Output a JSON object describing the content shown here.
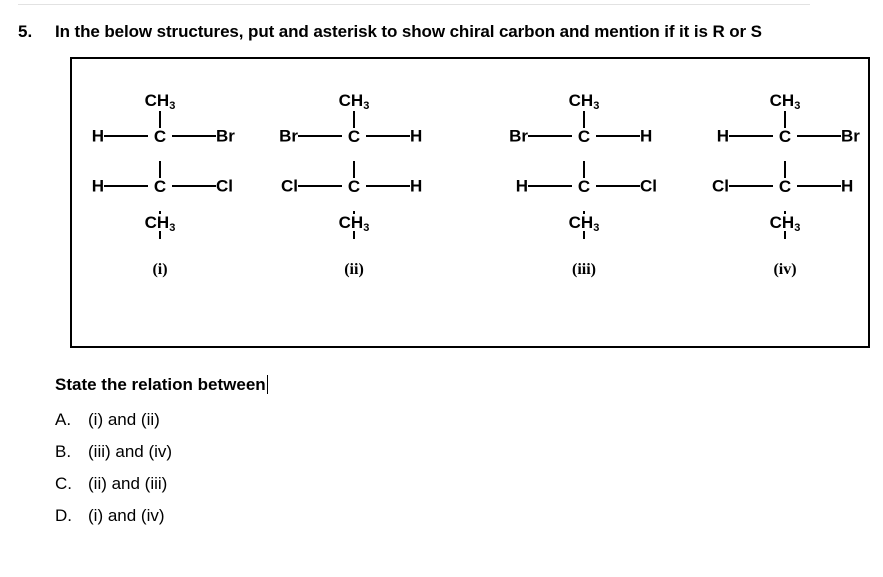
{
  "question": {
    "number": "5.",
    "text": "In the below structures, put and asterisk to show chiral carbon and mention if it is R or S"
  },
  "structures": [
    {
      "label": "(i)",
      "top_group": "CH3",
      "bottom_group": "CH3",
      "carbon1": {
        "left": "H",
        "center": "C",
        "right": "Br"
      },
      "carbon2": {
        "left": "H",
        "center": "C",
        "right": "Cl"
      }
    },
    {
      "label": "(ii)",
      "top_group": "CH3",
      "bottom_group": "CH3",
      "carbon1": {
        "left": "Br",
        "center": "C",
        "right": "H"
      },
      "carbon2": {
        "left": "Cl",
        "center": "C",
        "right": "H"
      }
    },
    {
      "label": "(iii)",
      "top_group": "CH3",
      "bottom_group": "CH3",
      "carbon1": {
        "left": "Br",
        "center": "C",
        "right": "H"
      },
      "carbon2": {
        "left": "H",
        "center": "C",
        "right": "Cl"
      }
    },
    {
      "label": "(iv)",
      "top_group": "CH3",
      "bottom_group": "CH3",
      "carbon1": {
        "left": "H",
        "center": "C",
        "right": "Br"
      },
      "carbon2": {
        "left": "Cl",
        "center": "C",
        "right": "H"
      }
    }
  ],
  "answers": {
    "prompt": "State the relation between",
    "options": [
      {
        "key": "A.",
        "text": "(i) and (ii)"
      },
      {
        "key": "B.",
        "text": "(iii) and (iv)"
      },
      {
        "key": "C.",
        "text": "(ii) and (iii)"
      },
      {
        "key": "D.",
        "text": "(i) and (iv)"
      }
    ]
  },
  "colors": {
    "ink": "#000000",
    "page": "#ffffff",
    "rule": "#e2e2e2"
  }
}
